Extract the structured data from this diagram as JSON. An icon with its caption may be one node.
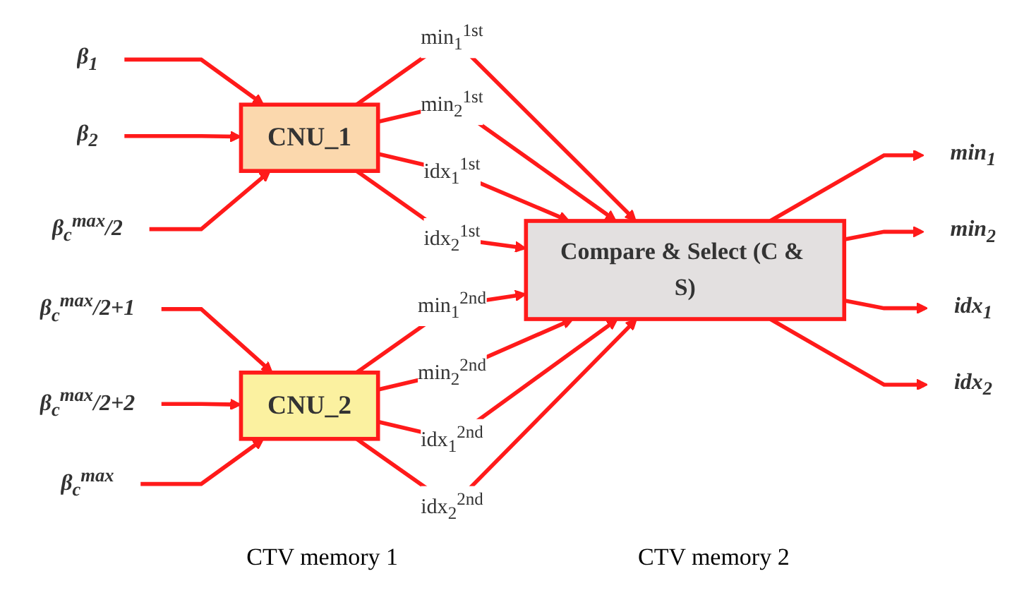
{
  "diagram": {
    "nodes": [
      {
        "text": [
          "β$_{1}$"
        ]
      },
      {
        "text": [
          "β$_{2}$"
        ]
      },
      {
        "text": [
          "β$_{c}$$^{max}$/2"
        ]
      },
      {
        "text": [
          "CNU_1"
        ]
      },
      {
        "text": [
          "β$_{c}$$^{max}$/2+1"
        ]
      },
      {
        "text": [
          "β$_{c}$$^{max}$/2+2"
        ]
      },
      {
        "text": [
          "β$_{c}$$^{max}$"
        ]
      },
      {
        "text": [
          "CNU_2"
        ]
      },
      {
        "text": [
          "Compare & Select (C & S)"
        ]
      },
      {
        "text": [
          "min$_{1}$"
        ]
      },
      {
        "text": [
          "min$_{2}$"
        ]
      },
      {
        "text": [
          "idx$_{1}$"
        ]
      },
      {
        "text": [
          "idx$_{2}$"
        ]
      }
    ],
    "edges": [
      {
        "from": 0,
        "to": 3,
        "arrow": "to"
      },
      {
        "from": 1,
        "to": 3,
        "arrow": "to"
      },
      {
        "from": 2,
        "to": 3,
        "arrow": "to"
      },
      {
        "from": 4,
        "to": 7,
        "arrow": "to"
      },
      {
        "from": 5,
        "to": 7,
        "arrow": "to"
      },
      {
        "from": 6,
        "to": 7,
        "arrow": "to"
      },
      {
        "from": 3,
        "to": 8,
        "arrow": "to",
        "label": "min$_{1}$$^{1st}$"
      },
      {
        "from": 3,
        "to": 8,
        "arrow": "to",
        "label": "min$_{2}$$^{1st}$"
      },
      {
        "from": 3,
        "to": 8,
        "arrow": "to",
        "label": "idx$_{1}$$^{1st}$"
      },
      {
        "from": 3,
        "to": 8,
        "arrow": "to",
        "label": "idx$_{2}$$^{1st}$"
      },
      {
        "from": 7,
        "to": 8,
        "arrow": "to",
        "label": "min$_{1}$$^{2nd}$"
      },
      {
        "from": 7,
        "to": 8,
        "arrow": "to",
        "label": "min$_{2}$$^{2nd}$"
      },
      {
        "from": 7,
        "to": 8,
        "arrow": "to",
        "label": "idx$_{1}$$^{2nd}$"
      },
      {
        "from": 7,
        "to": 8,
        "arrow": "to",
        "label": "idx$_{2}$$^{2nd}$"
      },
      {
        "from": 8,
        "to": 9,
        "arrow": "to"
      },
      {
        "from": 8,
        "to": 10,
        "arrow": "to"
      },
      {
        "from": 8,
        "to": 11,
        "arrow": "to"
      },
      {
        "from": 8,
        "to": 12,
        "arrow": "to"
      }
    ],
    "labels": [
      "CTV memory 1",
      "CTV memory 2"
    ]
  }
}
